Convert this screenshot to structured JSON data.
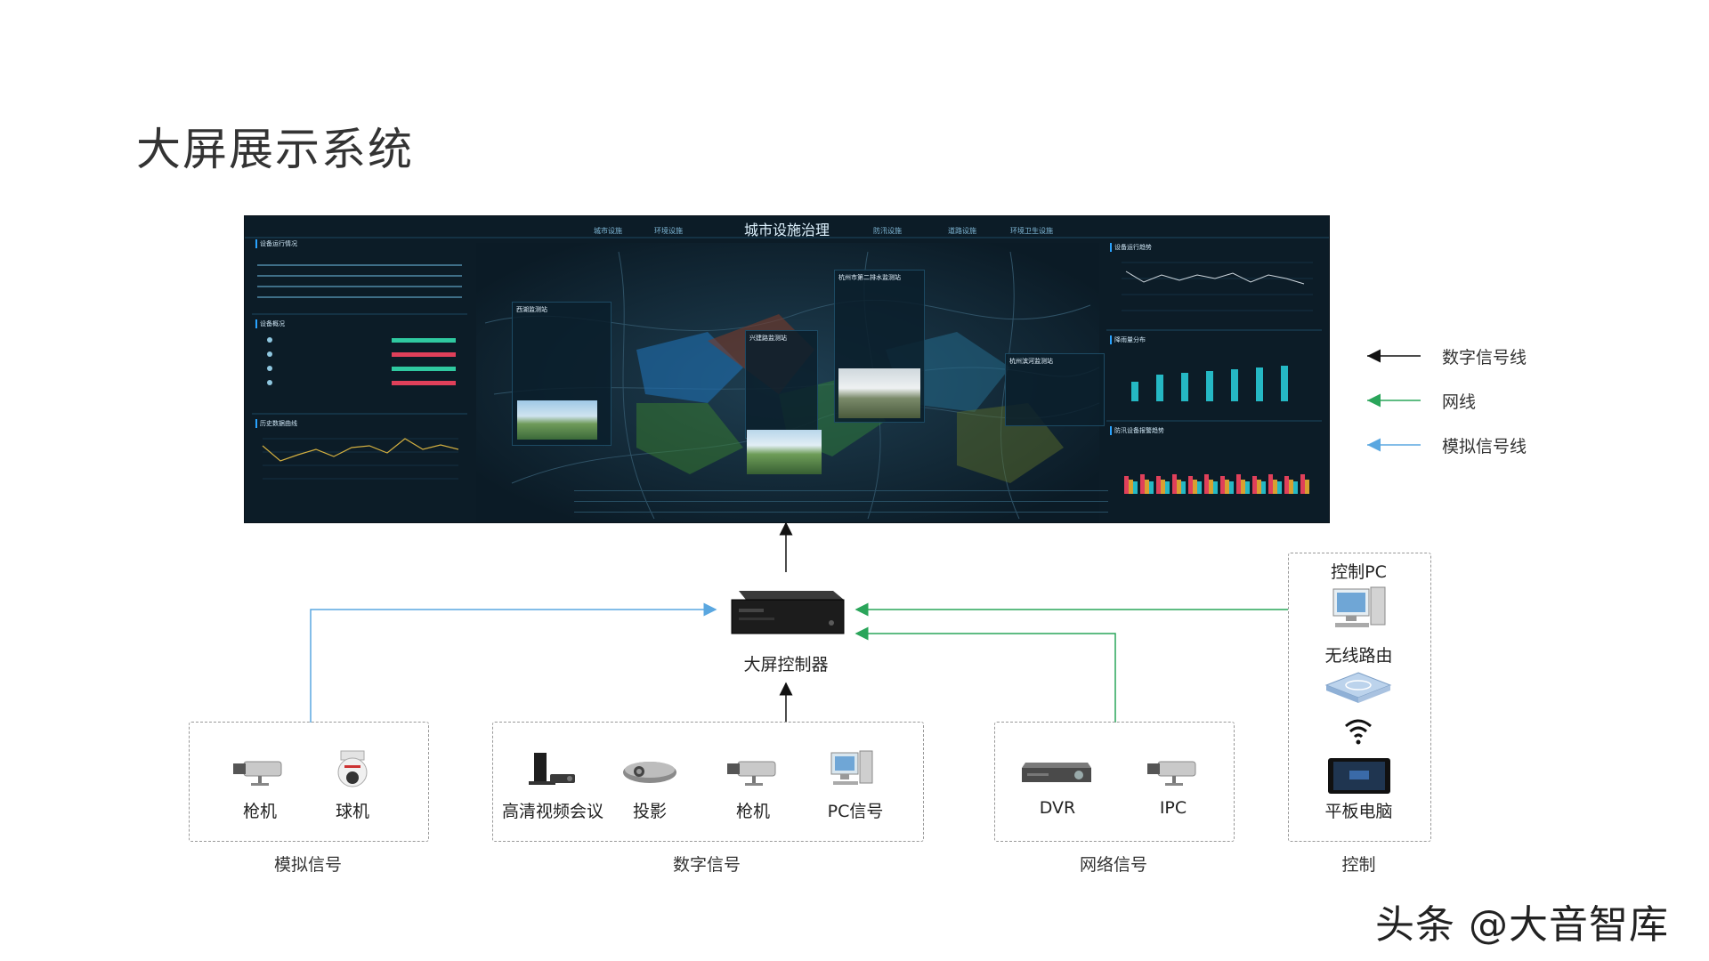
{
  "page_title": "大屏展示系统",
  "screen": {
    "title": "城市设施治理",
    "nav": [
      "城市设施",
      "环境设施",
      "防汛设施",
      "道路设施",
      "环境卫生设施"
    ],
    "panels": [
      "设备运行情况",
      "设备概况",
      "历史数据曲线",
      "设备运行趋势",
      "降雨量分布",
      "防汛设备报警趋势"
    ],
    "sites": [
      "西湖监测站",
      "兴建路监测站",
      "杭州市第二排水监测站",
      "杭州滨河监测站"
    ]
  },
  "legend": {
    "digital": "数字信号线",
    "network": "网线",
    "analog": "模拟信号线"
  },
  "colors": {
    "digital": "#111111",
    "network": "#2aa55a",
    "analog": "#5aa7e0"
  },
  "controller": {
    "label": "大屏控制器"
  },
  "groups": {
    "analog": {
      "label": "模拟信号",
      "devices": [
        "枪机",
        "球机"
      ]
    },
    "digital": {
      "label": "数字信号",
      "devices": [
        "高清视频会议",
        "投影",
        "枪机",
        "PC信号"
      ]
    },
    "network": {
      "label": "网络信号",
      "devices": [
        "DVR",
        "IPC"
      ]
    },
    "control": {
      "label": "控制",
      "items": [
        "控制PC",
        "无线路由",
        "平板电脑"
      ]
    }
  },
  "icons": [
    "bullet-camera-icon",
    "dome-camera-icon",
    "video-conference-icon",
    "projector-icon",
    "pc-icon",
    "dvr-icon",
    "wifi-icon",
    "router-icon",
    "tablet-icon",
    "controller-icon"
  ],
  "watermark": "头条 @大音智库"
}
